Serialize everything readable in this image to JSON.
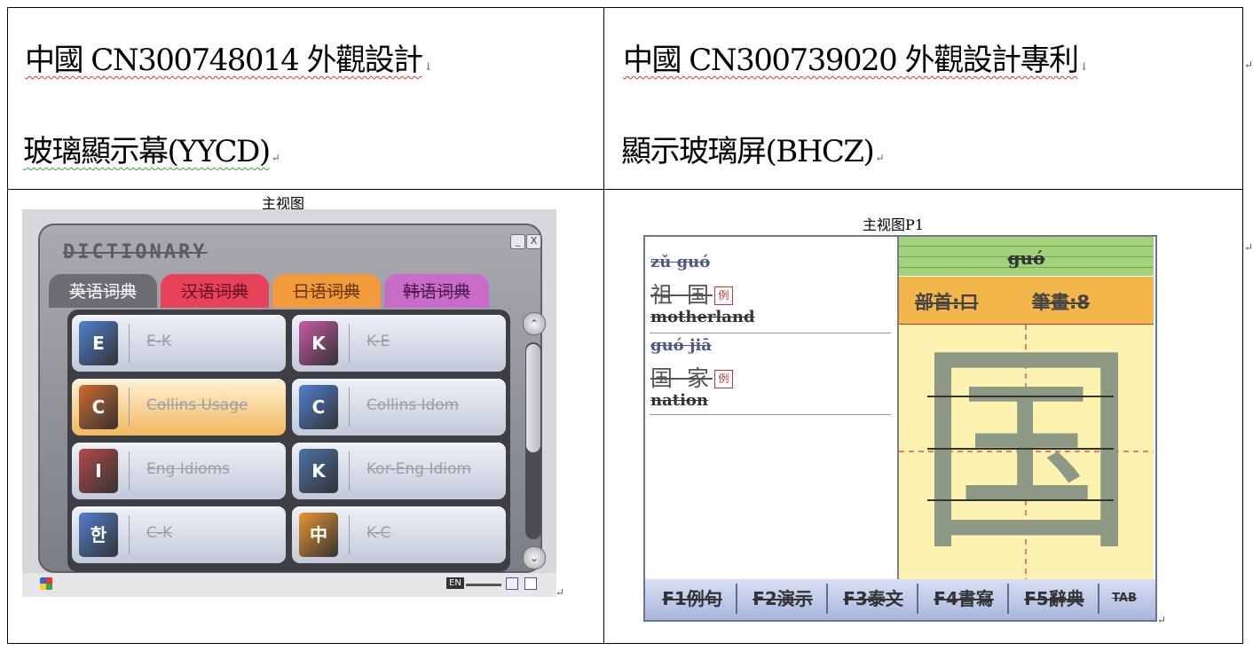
{
  "table": {
    "left_header": {
      "line1": "中國 CN300748014 外觀設計",
      "line2": "玻璃顯示幕(YYCD)"
    },
    "right_header": {
      "line1": "中國 CN300739020 外觀設計專利",
      "line2": "顯示玻璃屏(BHCZ)"
    },
    "left_caption": "主视图",
    "right_caption": "主视图P1"
  },
  "dictionary_app": {
    "title": "DICTIONARY",
    "window_buttons": [
      "_",
      "X"
    ],
    "tabs": [
      {
        "label": "英语词典",
        "color": "#6b6d72",
        "text_color": "#ffffff",
        "active": true
      },
      {
        "label": "汉语词典",
        "color": "#e8425a",
        "text_color": "#6a1020",
        "active": false
      },
      {
        "label": "日语词典",
        "color": "#f29a3c",
        "text_color": "#6a3a08",
        "active": false
      },
      {
        "label": "韩语词典",
        "color": "#c86cc8",
        "text_color": "#4b1a50",
        "active": false
      }
    ],
    "items": [
      {
        "label": "E-K",
        "icon": "book-ek-icon",
        "icon_text": "E",
        "icon_color": "#4f7fd0",
        "selected": false
      },
      {
        "label": "K-E",
        "icon": "book-ke-icon",
        "icon_text": "K",
        "icon_color": "#c85aa8",
        "selected": false
      },
      {
        "label": "Collins Usage",
        "icon": "collins-book-icon",
        "icon_text": "C",
        "icon_color": "#cf6b2c",
        "selected": true
      },
      {
        "label": "Collins Idom",
        "icon": "collins-book-icon",
        "icon_text": "C",
        "icon_color": "#4f7fd0",
        "selected": false
      },
      {
        "label": "Eng Idioms",
        "icon": "idioms-book-icon",
        "icon_text": "I",
        "icon_color": "#b44a4a",
        "selected": false
      },
      {
        "label": "Kor-Eng Idiom",
        "icon": "kor-eng-book-icon",
        "icon_text": "K",
        "icon_color": "#4a73a8",
        "selected": false
      },
      {
        "label": "C-K",
        "icon": "book-ck-icon",
        "icon_text": "한",
        "icon_color": "#4f7fd0",
        "selected": false
      },
      {
        "label": "K-C",
        "icon": "book-kc-icon",
        "icon_text": "中",
        "icon_color": "#e9962e",
        "selected": false
      }
    ],
    "taskbar": {
      "start_icon": "windows-logo-icon",
      "tray_text": "EN"
    }
  },
  "hanzi_app": {
    "entries": [
      {
        "pinyin": "zǔ guó",
        "hanzi": "祖 国",
        "badge": "例",
        "english": "motherland"
      },
      {
        "pinyin": "guó jiā",
        "hanzi": "国 家",
        "badge": "例",
        "english": "nation"
      }
    ],
    "pinyin_header": "guó",
    "radical_label": "部首:口",
    "strokes_label": "筆畫:8",
    "big_char": "国",
    "function_keys": [
      "F1例句",
      "F2演示",
      "F3泰文",
      "F4書寫",
      "F5辭典",
      "TAB"
    ]
  }
}
